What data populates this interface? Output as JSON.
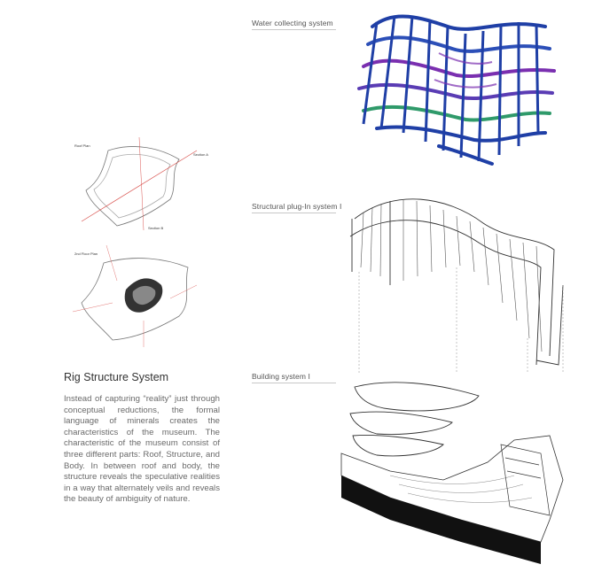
{
  "captions": {
    "water": "Water collecting system",
    "structural": "Structural plug-In system I",
    "building": "Building system I"
  },
  "plan_labels": {
    "roof_plan": "Roof Plan",
    "section_a": "Section A",
    "section_b": "Section B",
    "floor_plan": "2nd Floor Plan"
  },
  "stamp_lines": [
    "",
    "",
    "",
    "",
    ""
  ],
  "article": {
    "title": "Rig Structure System",
    "body": "Instead of capturing “reality” just through conceptual reductions, the formal language of minerals creates the characteristics of the museum. The characteristic of the museum consist of three different parts: Roof, Structure, and Body. In between roof and body, the structure reveals the speculative realities in a way that alternately veils and reveals the beauty of ambiguity of nature."
  },
  "colors": {
    "grid_blue": "#1f3fa6",
    "grid_purple": "#7a2fb0",
    "grid_green": "#2f9a6a",
    "section_red": "#d9534f"
  }
}
